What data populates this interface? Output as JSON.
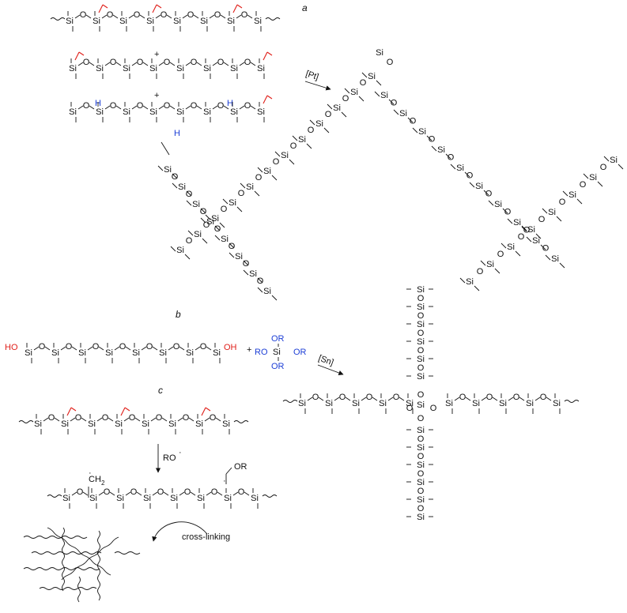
{
  "figure": {
    "panel_labels": {
      "a": "a",
      "b": "b",
      "c": "c"
    },
    "atoms": {
      "si": "Si",
      "o": "O",
      "h": "H",
      "ho": "HO",
      "oh": "OH",
      "or": "OR",
      "ro": "RO"
    },
    "operators": {
      "plus": "+"
    },
    "reagents": {
      "pt": "[Pt]",
      "sn": "[Sn]",
      "radical": "RO",
      "radical_dot": "·",
      "ch2": "CH",
      "ch2_sub": "2",
      "ch2_dot": "·"
    },
    "captions": {
      "crosslinking": "cross-linking"
    },
    "colors": {
      "vinyl": "#e0201b",
      "hydride": "#1d3fd6",
      "hydroxyl": "#e0201b",
      "alkoxy": "#1d3fd6"
    }
  }
}
